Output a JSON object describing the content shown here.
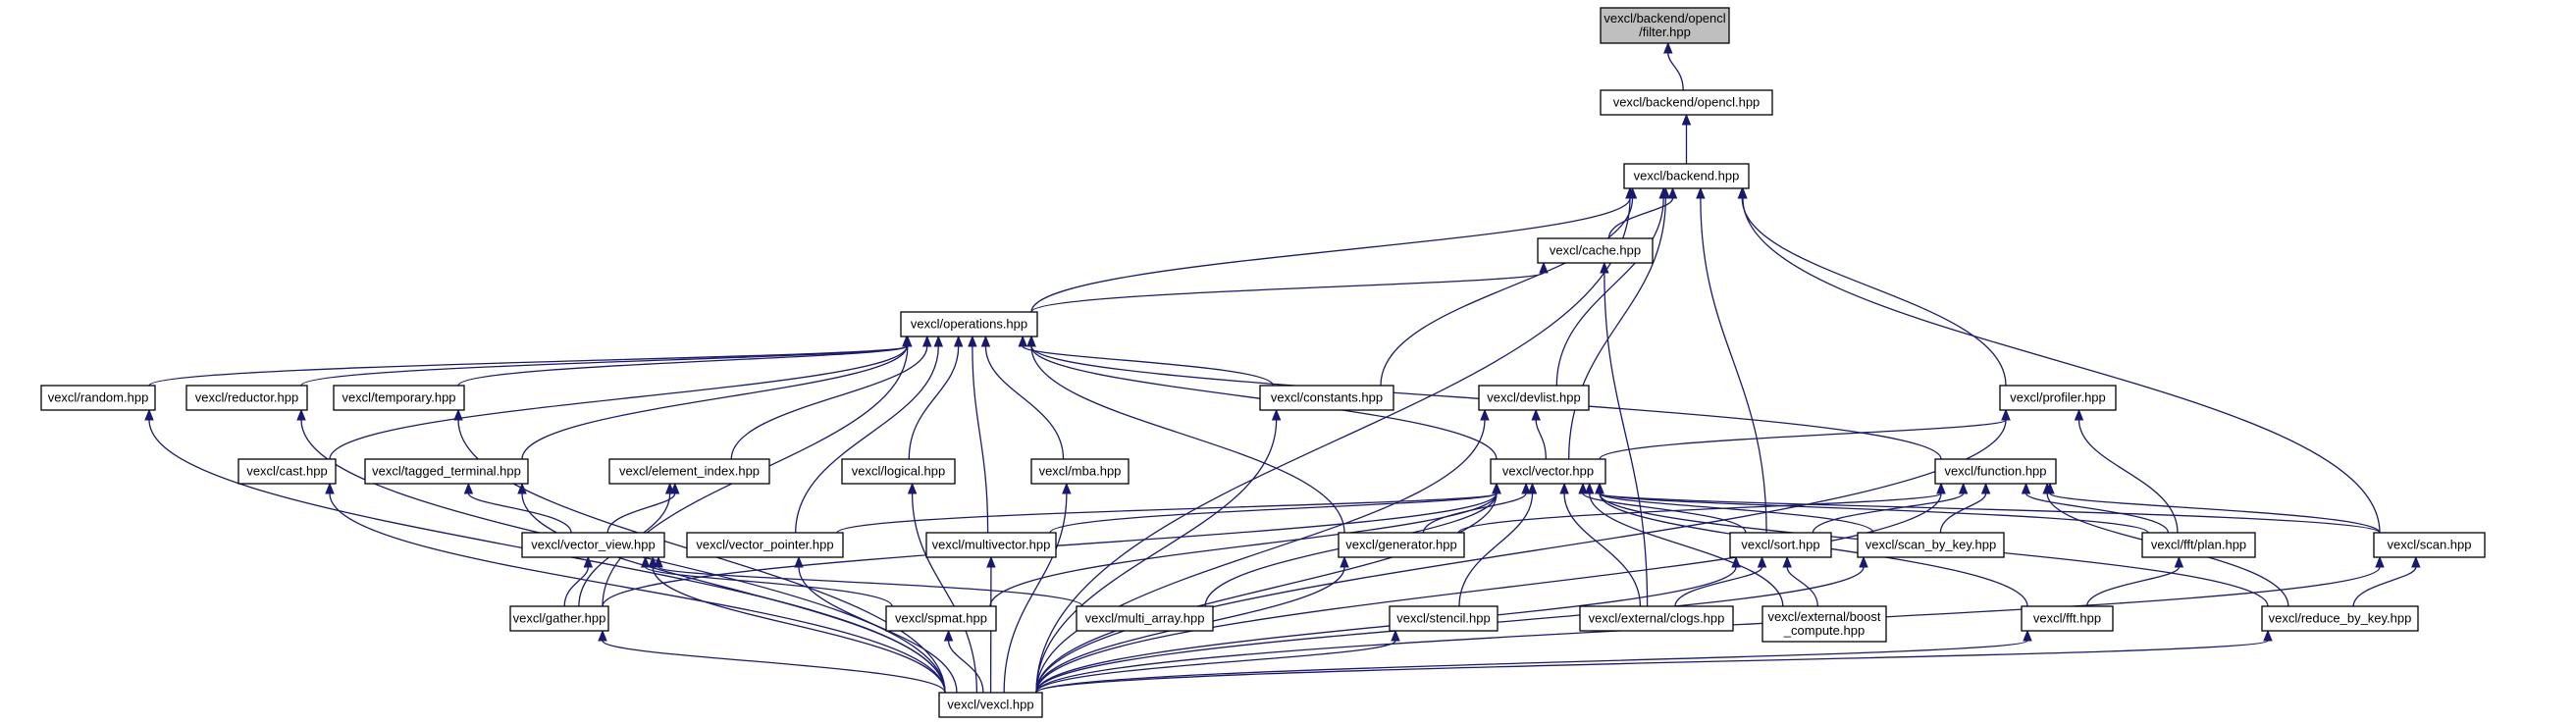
{
  "diagram": {
    "title": "",
    "nodes": [
      {
        "id": "filter",
        "lines": [
          "vexcl/backend/opencl",
          "/filter.hpp"
        ],
        "root": true
      },
      {
        "id": "opencl",
        "lines": [
          "vexcl/backend/opencl.hpp"
        ]
      },
      {
        "id": "backend",
        "lines": [
          "vexcl/backend.hpp"
        ]
      },
      {
        "id": "cache",
        "lines": [
          "vexcl/cache.hpp"
        ]
      },
      {
        "id": "operations",
        "lines": [
          "vexcl/operations.hpp"
        ]
      },
      {
        "id": "random",
        "lines": [
          "vexcl/random.hpp"
        ]
      },
      {
        "id": "reductor",
        "lines": [
          "vexcl/reductor.hpp"
        ]
      },
      {
        "id": "temporary",
        "lines": [
          "vexcl/temporary.hpp"
        ]
      },
      {
        "id": "constants",
        "lines": [
          "vexcl/constants.hpp"
        ]
      },
      {
        "id": "devlist",
        "lines": [
          "vexcl/devlist.hpp"
        ]
      },
      {
        "id": "profiler",
        "lines": [
          "vexcl/profiler.hpp"
        ]
      },
      {
        "id": "cast",
        "lines": [
          "vexcl/cast.hpp"
        ]
      },
      {
        "id": "tagged",
        "lines": [
          "vexcl/tagged_terminal.hpp"
        ]
      },
      {
        "id": "element",
        "lines": [
          "vexcl/element_index.hpp"
        ]
      },
      {
        "id": "logical",
        "lines": [
          "vexcl/logical.hpp"
        ]
      },
      {
        "id": "mba",
        "lines": [
          "vexcl/mba.hpp"
        ]
      },
      {
        "id": "vector",
        "lines": [
          "vexcl/vector.hpp"
        ]
      },
      {
        "id": "function",
        "lines": [
          "vexcl/function.hpp"
        ]
      },
      {
        "id": "vecview",
        "lines": [
          "vexcl/vector_view.hpp"
        ]
      },
      {
        "id": "vecptr",
        "lines": [
          "vexcl/vector_pointer.hpp"
        ]
      },
      {
        "id": "multivector",
        "lines": [
          "vexcl/multivector.hpp"
        ]
      },
      {
        "id": "generator",
        "lines": [
          "vexcl/generator.hpp"
        ]
      },
      {
        "id": "sort",
        "lines": [
          "vexcl/sort.hpp"
        ]
      },
      {
        "id": "scanbykey",
        "lines": [
          "vexcl/scan_by_key.hpp"
        ]
      },
      {
        "id": "fftplan",
        "lines": [
          "vexcl/fft/plan.hpp"
        ]
      },
      {
        "id": "scan",
        "lines": [
          "vexcl/scan.hpp"
        ]
      },
      {
        "id": "gather",
        "lines": [
          "vexcl/gather.hpp"
        ]
      },
      {
        "id": "spmat",
        "lines": [
          "vexcl/spmat.hpp"
        ]
      },
      {
        "id": "multiarray",
        "lines": [
          "vexcl/multi_array.hpp"
        ]
      },
      {
        "id": "stencil",
        "lines": [
          "vexcl/stencil.hpp"
        ]
      },
      {
        "id": "clogs",
        "lines": [
          "vexcl/external/clogs.hpp"
        ]
      },
      {
        "id": "boost",
        "lines": [
          "vexcl/external/boost",
          "_compute.hpp"
        ]
      },
      {
        "id": "fft",
        "lines": [
          "vexcl/fft.hpp"
        ]
      },
      {
        "id": "reducebykey",
        "lines": [
          "vexcl/reduce_by_key.hpp"
        ]
      },
      {
        "id": "vexcl",
        "lines": [
          "vexcl/vexcl.hpp"
        ]
      }
    ],
    "edges": [
      {
        "from": "opencl",
        "to": "filter"
      },
      {
        "from": "backend",
        "to": "opencl"
      },
      {
        "from": "cache",
        "to": "backend"
      },
      {
        "from": "operations",
        "to": "backend"
      },
      {
        "from": "operations",
        "to": "cache"
      },
      {
        "from": "constants",
        "to": "backend"
      },
      {
        "from": "devlist",
        "to": "backend"
      },
      {
        "from": "profiler",
        "to": "backend"
      },
      {
        "from": "vector",
        "to": "backend"
      },
      {
        "from": "sort",
        "to": "backend"
      },
      {
        "from": "scan",
        "to": "backend"
      },
      {
        "from": "vexcl",
        "to": "backend"
      },
      {
        "from": "clogs",
        "to": "cache"
      },
      {
        "from": "random",
        "to": "operations"
      },
      {
        "from": "reductor",
        "to": "operations"
      },
      {
        "from": "temporary",
        "to": "operations"
      },
      {
        "from": "cast",
        "to": "operations"
      },
      {
        "from": "tagged",
        "to": "operations"
      },
      {
        "from": "element",
        "to": "operations"
      },
      {
        "from": "logical",
        "to": "operations"
      },
      {
        "from": "mba",
        "to": "operations"
      },
      {
        "from": "multivector",
        "to": "operations"
      },
      {
        "from": "vecptr",
        "to": "operations"
      },
      {
        "from": "constants",
        "to": "operations"
      },
      {
        "from": "vector",
        "to": "operations"
      },
      {
        "from": "function",
        "to": "operations"
      },
      {
        "from": "generator",
        "to": "operations"
      },
      {
        "from": "gather",
        "to": "operations"
      },
      {
        "from": "vector",
        "to": "devlist"
      },
      {
        "from": "vector",
        "to": "profiler"
      },
      {
        "from": "fftplan",
        "to": "profiler"
      },
      {
        "from": "vexcl",
        "to": "profiler"
      },
      {
        "from": "vexcl",
        "to": "random"
      },
      {
        "from": "vexcl",
        "to": "reductor"
      },
      {
        "from": "vexcl",
        "to": "temporary"
      },
      {
        "from": "vexcl",
        "to": "cast"
      },
      {
        "from": "vexcl",
        "to": "tagged"
      },
      {
        "from": "vecview",
        "to": "tagged"
      },
      {
        "from": "vecview",
        "to": "element"
      },
      {
        "from": "gather",
        "to": "element"
      },
      {
        "from": "vexcl",
        "to": "logical"
      },
      {
        "from": "vexcl",
        "to": "mba"
      },
      {
        "from": "vexcl",
        "to": "constants"
      },
      {
        "from": "vexcl",
        "to": "devlist"
      },
      {
        "from": "gather",
        "to": "vector"
      },
      {
        "from": "vecptr",
        "to": "vector"
      },
      {
        "from": "multivector",
        "to": "vector"
      },
      {
        "from": "generator",
        "to": "vector"
      },
      {
        "from": "spmat",
        "to": "vector"
      },
      {
        "from": "multiarray",
        "to": "vector"
      },
      {
        "from": "stencil",
        "to": "vector"
      },
      {
        "from": "sort",
        "to": "vector"
      },
      {
        "from": "scanbykey",
        "to": "vector"
      },
      {
        "from": "fftplan",
        "to": "vector"
      },
      {
        "from": "scan",
        "to": "vector"
      },
      {
        "from": "clogs",
        "to": "vector"
      },
      {
        "from": "boost",
        "to": "vector"
      },
      {
        "from": "fft",
        "to": "vector"
      },
      {
        "from": "reducebykey",
        "to": "vector"
      },
      {
        "from": "vexcl",
        "to": "vector"
      },
      {
        "from": "generator",
        "to": "function"
      },
      {
        "from": "sort",
        "to": "function"
      },
      {
        "from": "scanbykey",
        "to": "function"
      },
      {
        "from": "fftplan",
        "to": "function"
      },
      {
        "from": "scan",
        "to": "function"
      },
      {
        "from": "reducebykey",
        "to": "function"
      },
      {
        "from": "vexcl",
        "to": "function"
      },
      {
        "from": "gather",
        "to": "vecview"
      },
      {
        "from": "spmat",
        "to": "vecview"
      },
      {
        "from": "multiarray",
        "to": "vecview"
      },
      {
        "from": "vexcl",
        "to": "vecview"
      },
      {
        "from": "vexcl",
        "to": "vecptr"
      },
      {
        "from": "vexcl",
        "to": "multivector"
      },
      {
        "from": "vexcl",
        "to": "generator"
      },
      {
        "from": "clogs",
        "to": "sort"
      },
      {
        "from": "boost",
        "to": "sort"
      },
      {
        "from": "vexcl",
        "to": "sort"
      },
      {
        "from": "vexcl",
        "to": "scanbykey"
      },
      {
        "from": "fft",
        "to": "fftplan"
      },
      {
        "from": "reducebykey",
        "to": "scan"
      },
      {
        "from": "vexcl",
        "to": "scan"
      },
      {
        "from": "vexcl",
        "to": "gather"
      },
      {
        "from": "vexcl",
        "to": "spmat"
      },
      {
        "from": "vexcl",
        "to": "stencil"
      },
      {
        "from": "vexcl",
        "to": "fft"
      },
      {
        "from": "vexcl",
        "to": "reducebykey"
      }
    ]
  }
}
